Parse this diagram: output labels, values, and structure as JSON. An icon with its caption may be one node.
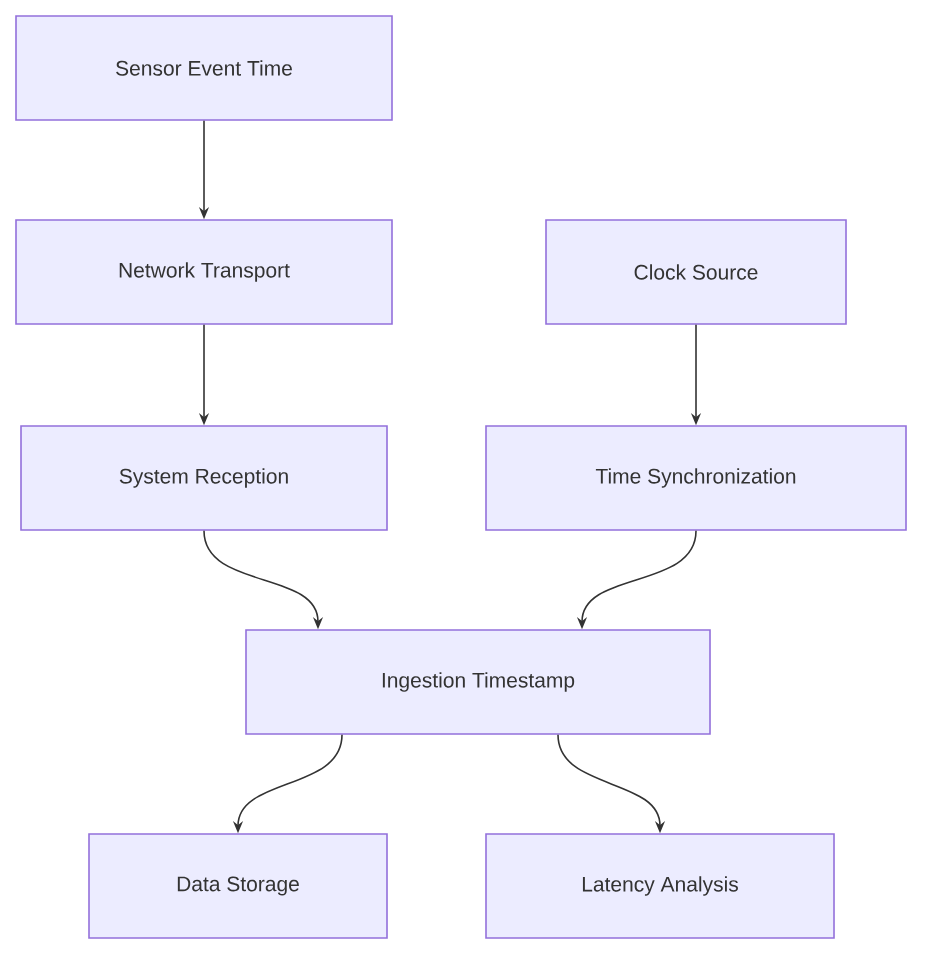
{
  "diagram": {
    "nodes": [
      {
        "text": [
          "Sensor Event Time"
        ]
      },
      {
        "text": [
          "Network Transport"
        ]
      },
      {
        "text": [
          "Clock Source"
        ]
      },
      {
        "text": [
          "System Reception"
        ]
      },
      {
        "text": [
          "Time Synchronization"
        ]
      },
      {
        "text": [
          "Ingestion Timestamp"
        ]
      },
      {
        "text": [
          "Data Storage"
        ]
      },
      {
        "text": [
          "Latency Analysis"
        ]
      }
    ],
    "edges": [
      {
        "from": 0,
        "to": 1,
        "arrow": "to"
      },
      {
        "from": 1,
        "to": 3,
        "arrow": "to"
      },
      {
        "from": 2,
        "to": 4,
        "arrow": "to"
      },
      {
        "from": 3,
        "to": 5,
        "arrow": "to"
      },
      {
        "from": 4,
        "to": 5,
        "arrow": "to"
      },
      {
        "from": 5,
        "to": 6,
        "arrow": "to"
      },
      {
        "from": 5,
        "to": 7,
        "arrow": "to"
      }
    ]
  }
}
